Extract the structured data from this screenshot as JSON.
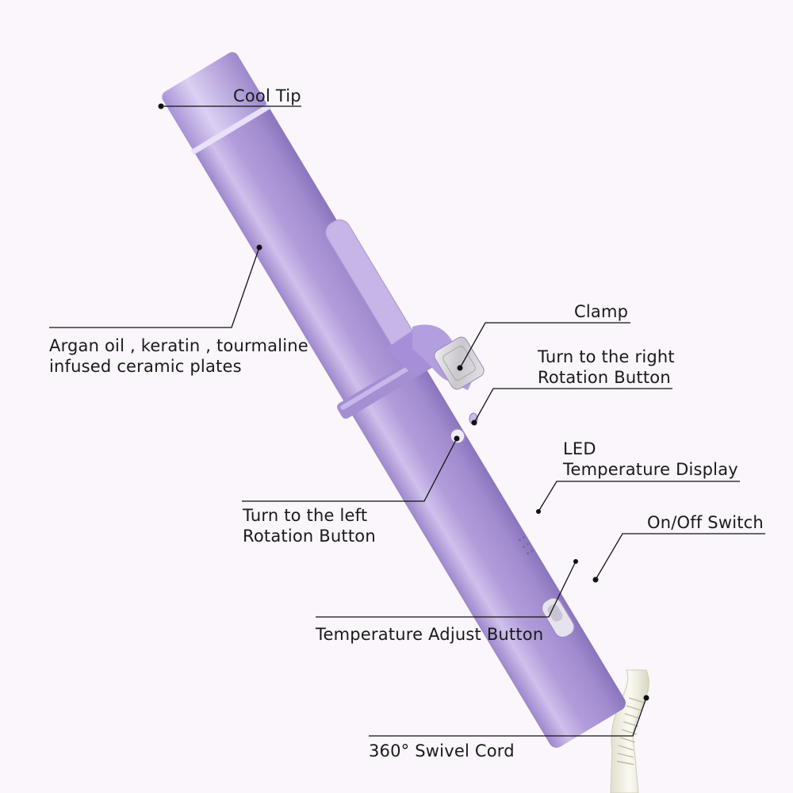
{
  "callouts": {
    "cool_tip": "Cool Tip",
    "ceramic_plates": [
      "Argan oil , keratin , tourmaline",
      "infused ceramic plates"
    ],
    "clamp": "Clamp",
    "right_rotation": [
      "Turn to the right",
      "Rotation Button"
    ],
    "led_display": [
      "LED",
      "Temperature Display"
    ],
    "left_rotation": [
      "Turn to the left",
      "Rotation Button"
    ],
    "on_off": "On/Off Switch",
    "temp_adjust": "Temperature Adjust Button",
    "swivel_cord": "360° Swivel Cord"
  },
  "colors": {
    "background": "#faf6fb",
    "barrel": "#b7a3dc",
    "barrel_highlight": "#d9ccf1",
    "barrel_shadow": "#8f7ac0",
    "clamp_pad": "#d4d2d6",
    "cord": "#f2f0e4",
    "leader_line": "#111111"
  }
}
